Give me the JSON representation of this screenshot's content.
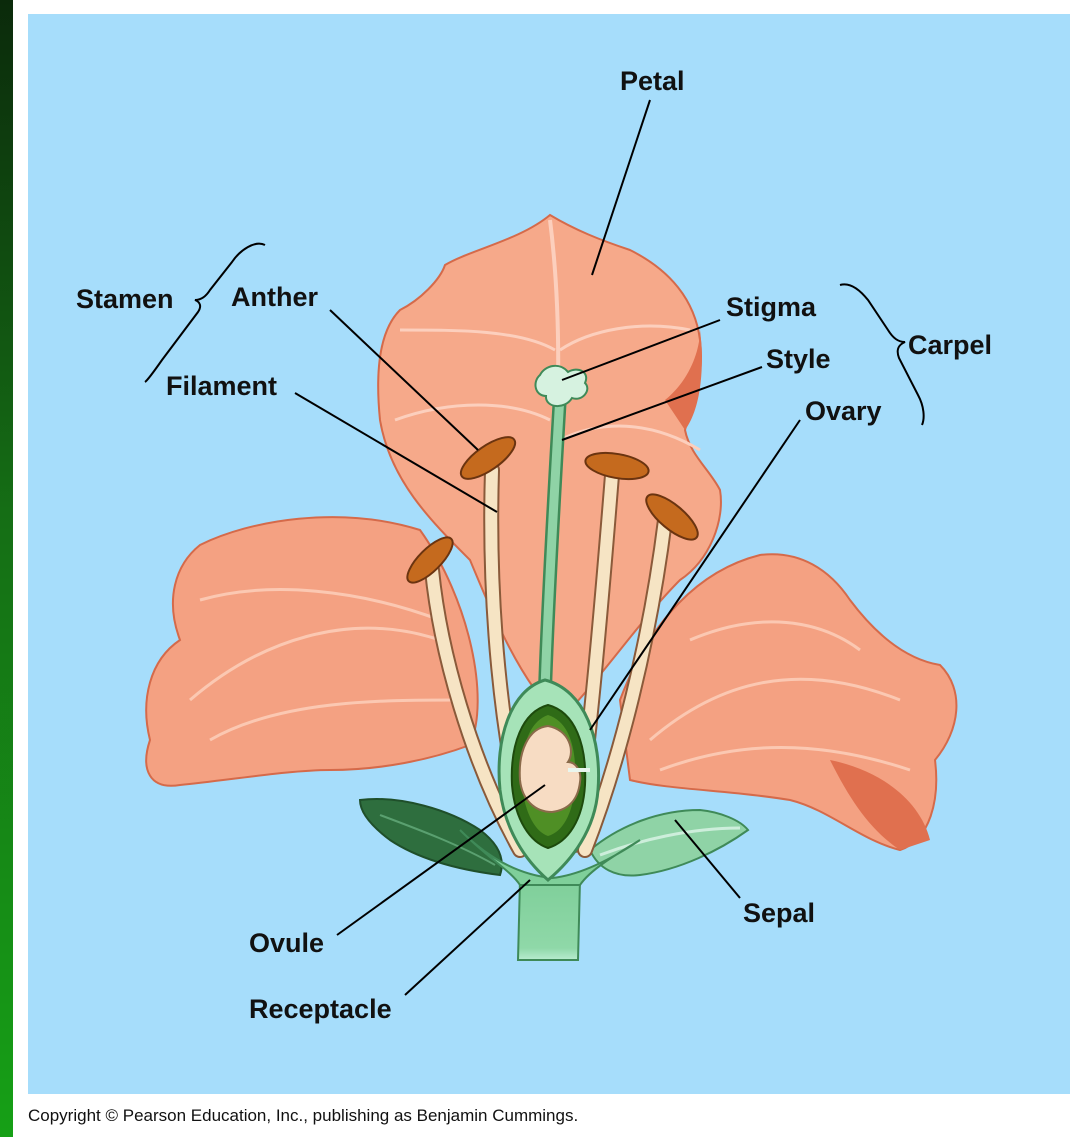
{
  "labels": {
    "petal": "Petal",
    "stamen": "Stamen",
    "anther": "Anther",
    "filament": "Filament",
    "stigma": "Stigma",
    "style": "Style",
    "carpel": "Carpel",
    "ovary": "Ovary",
    "ovule": "Ovule",
    "receptacle": "Receptacle",
    "sepal": "Sepal"
  },
  "copyright": "Copyright © Pearson Education, Inc., publishing as Benjamin Cummings.",
  "colors": {
    "background": "#a6ddfb",
    "petal": "#f4a182",
    "petal_dark": "#e0704f",
    "green": "#82cfa0",
    "dark_green": "#2e6e1e",
    "anther": "#c56a1e",
    "filament": "#f6e4c4",
    "ovule": "#f7dcc3"
  }
}
